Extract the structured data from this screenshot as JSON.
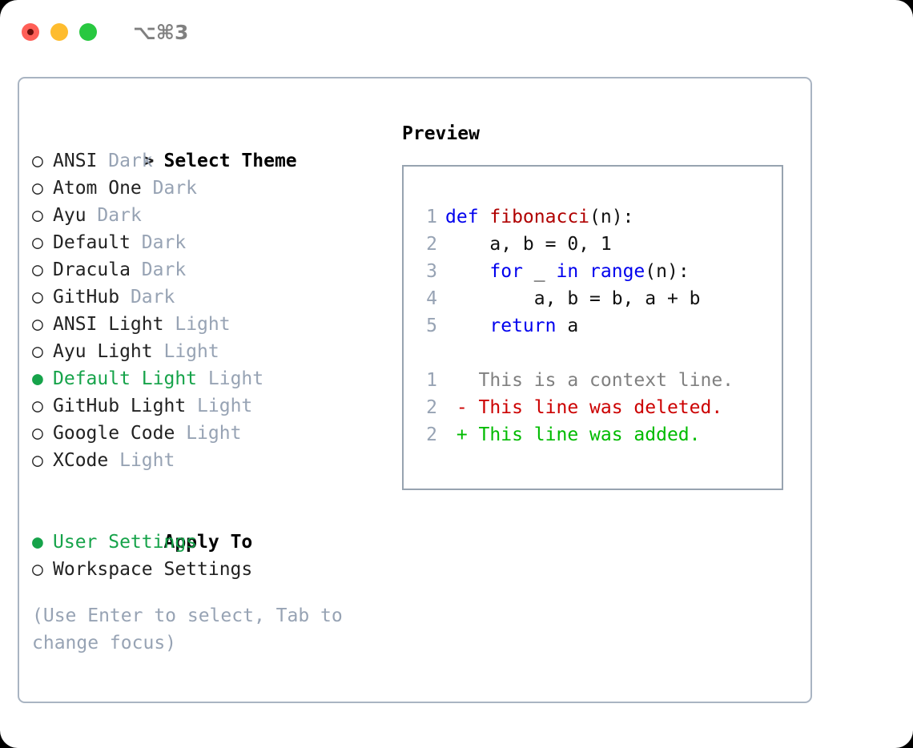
{
  "titlebar": {
    "shortcut": "⌥⌘3",
    "lights": [
      "close",
      "minimize",
      "maximize"
    ]
  },
  "theme_picker": {
    "header_marker": ">",
    "header_label": "Select Theme",
    "unselected_marker": "○",
    "selected_marker": "●",
    "accent_color": "#16a34a",
    "muted_color": "#97a3b4",
    "items": [
      {
        "name": "ANSI",
        "tag": "Dark",
        "selected": false
      },
      {
        "name": "Atom One",
        "tag": "Dark",
        "selected": false
      },
      {
        "name": "Ayu",
        "tag": "Dark",
        "selected": false
      },
      {
        "name": "Default",
        "tag": "Dark",
        "selected": false
      },
      {
        "name": "Dracula",
        "tag": "Dark",
        "selected": false
      },
      {
        "name": "GitHub",
        "tag": "Dark",
        "selected": false
      },
      {
        "name": "ANSI Light",
        "tag": "Light",
        "selected": false
      },
      {
        "name": "Ayu Light",
        "tag": "Light",
        "selected": false
      },
      {
        "name": "Default Light",
        "tag": "Light",
        "selected": true
      },
      {
        "name": "GitHub Light",
        "tag": "Light",
        "selected": false
      },
      {
        "name": "Google Code",
        "tag": "Light",
        "selected": false
      },
      {
        "name": "XCode",
        "tag": "Light",
        "selected": false
      }
    ]
  },
  "apply_to": {
    "title": "Apply To",
    "items": [
      {
        "name": "User Settings",
        "selected": true
      },
      {
        "name": "Workspace Settings",
        "selected": false
      }
    ]
  },
  "hint": "(Use Enter to select, Tab to change focus)",
  "preview": {
    "title": "Preview",
    "code_lines": [
      {
        "lno": "1",
        "tokens": [
          {
            "t": "def ",
            "c": "kw"
          },
          {
            "t": "fibonacci",
            "c": "fn"
          },
          {
            "t": "(n):",
            "c": "plain"
          }
        ]
      },
      {
        "lno": "2",
        "tokens": [
          {
            "t": "    a, b = 0, 1",
            "c": "plain"
          }
        ]
      },
      {
        "lno": "3",
        "tokens": [
          {
            "t": "    ",
            "c": "plain"
          },
          {
            "t": "for",
            "c": "kw"
          },
          {
            "t": " _ ",
            "c": "plain"
          },
          {
            "t": "in ",
            "c": "kw"
          },
          {
            "t": "range",
            "c": "kw"
          },
          {
            "t": "(n):",
            "c": "plain"
          }
        ]
      },
      {
        "lno": "4",
        "tokens": [
          {
            "t": "        a, b = b, a + b",
            "c": "plain"
          }
        ]
      },
      {
        "lno": "5",
        "tokens": [
          {
            "t": "    ",
            "c": "plain"
          },
          {
            "t": "return",
            "c": "kw"
          },
          {
            "t": " a",
            "c": "plain"
          }
        ]
      }
    ],
    "diff_lines": [
      {
        "lno": "1",
        "marker": " ",
        "text": "This is a context line.",
        "kind": "ctx"
      },
      {
        "lno": "2",
        "marker": "-",
        "text": "This line was deleted.",
        "kind": "del"
      },
      {
        "lno": "2",
        "marker": "+",
        "text": "This line was added.",
        "kind": "add"
      }
    ]
  }
}
